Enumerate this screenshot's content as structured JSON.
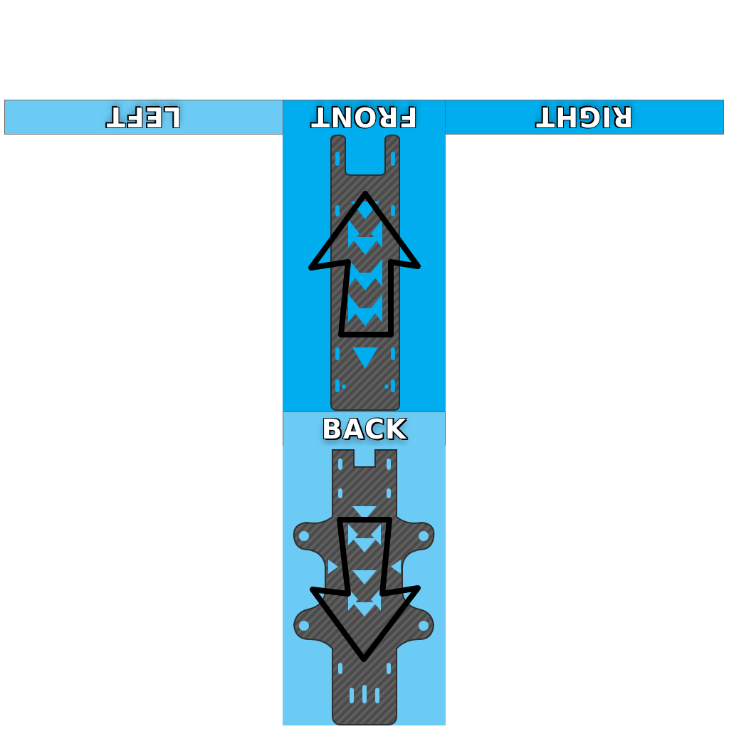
{
  "labels": {
    "left": "LEFT",
    "front": "FRONT",
    "right": "RIGHT",
    "back": "BACK"
  },
  "colors": {
    "light_blue": "#6ccbf4",
    "bright_blue": "#00aeef",
    "carbon": "#4a4a4a",
    "carbon_light": "#6e6e6e",
    "arrow": "#000000"
  },
  "icons": {
    "front_arrow": "arrow-up-icon",
    "back_arrow": "arrow-down-icon",
    "front_plate": "carbon-fiber-top-plate",
    "back_plate": "carbon-fiber-bottom-plate"
  }
}
